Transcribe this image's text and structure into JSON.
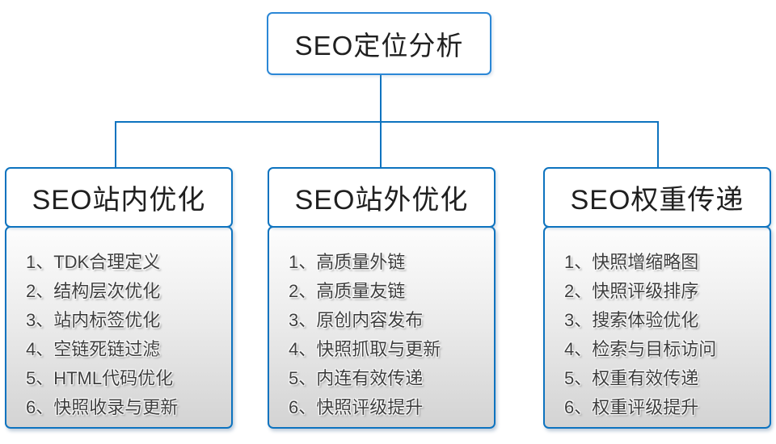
{
  "colors": {
    "connector": "#0d73bf",
    "root-border": "#2b87d6",
    "box-border": "#0d73bf",
    "header-text": "#1f1f1f",
    "item-text": "#3d3d3d"
  },
  "root": {
    "title": "SEO定位分析"
  },
  "columns": [
    {
      "title": "SEO站内优化",
      "items": [
        "1、TDK合理定义",
        "2、结构层次优化",
        "3、站内标签优化",
        "4、空链死链过滤",
        "5、HTML代码优化",
        "6、快照收录与更新"
      ]
    },
    {
      "title": "SEO站外优化",
      "items": [
        "1、高质量外链",
        "2、高质量友链",
        "3、原创内容发布",
        "4、快照抓取与更新",
        "5、内连有效传递",
        "6、快照评级提升"
      ]
    },
    {
      "title": "SEO权重传递",
      "items": [
        "1、快照增缩略图",
        "2、快照评级排序",
        "3、搜索体验优化",
        "4、检索与目标访问",
        "5、权重有效传递",
        "6、权重评级提升"
      ]
    }
  ]
}
